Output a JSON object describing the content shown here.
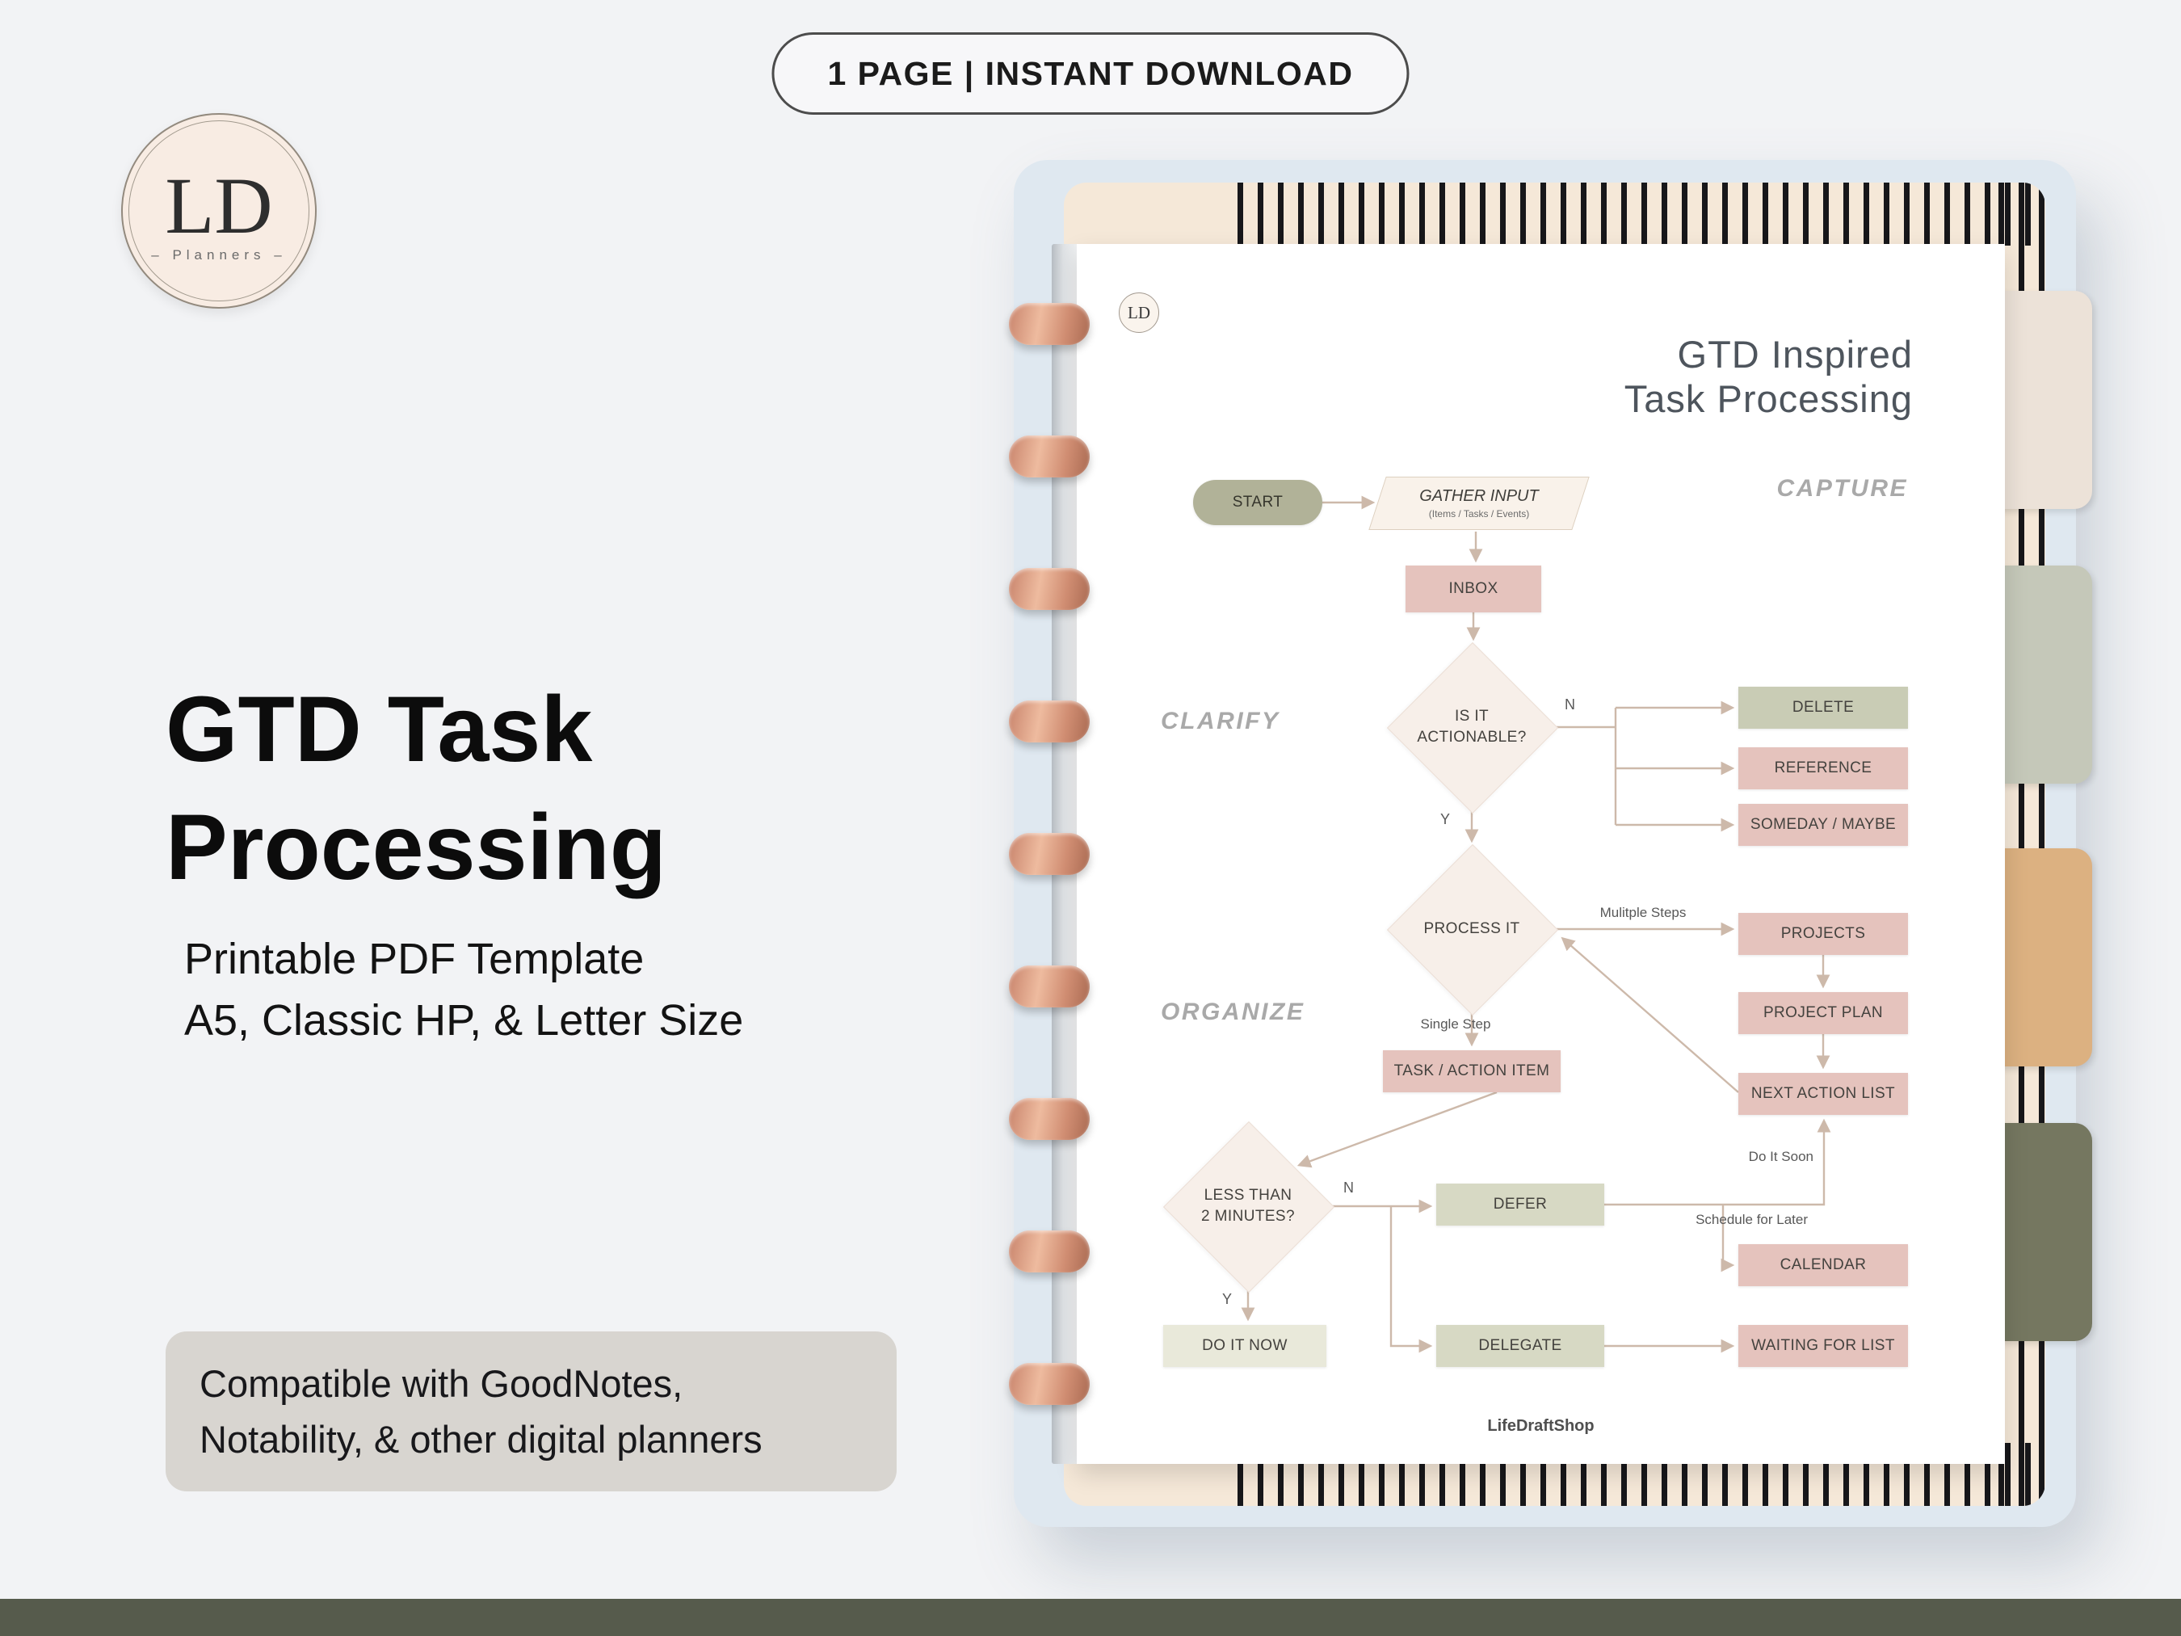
{
  "badge": {
    "label": "1 PAGE  | INSTANT DOWNLOAD"
  },
  "brand": {
    "monogram": "LD",
    "wordmark": "Planners"
  },
  "hero": {
    "title_line1": "GTD Task",
    "title_line2": "Processing",
    "subtitle_line1": "Printable PDF Template",
    "subtitle_line2": "A5, Classic HP, & Letter Size",
    "compat_line1": "Compatible with GoodNotes,",
    "compat_line2": "Notability, & other digital planners"
  },
  "page": {
    "logo_monogram": "LD",
    "title_line1": "GTD Inspired",
    "title_line2": "Task Processing",
    "footer": "LifeDraftShop",
    "phases": {
      "capture": "CAPTURE",
      "clarify": "CLARIFY",
      "organize": "ORGANIZE"
    }
  },
  "flowchart": {
    "nodes": {
      "start": "START",
      "gather_input": "GATHER INPUT",
      "gather_input_sub": "(Items / Tasks / Events)",
      "inbox": "INBOX",
      "actionable_line1": "IS IT",
      "actionable_line2": "ACTIONABLE?",
      "delete": "DELETE",
      "reference": "REFERENCE",
      "someday_maybe": "SOMEDAY / MAYBE",
      "process_it": "PROCESS IT",
      "projects": "PROJECTS",
      "project_plan": "PROJECT PLAN",
      "next_action_list": "NEXT ACTION LIST",
      "task_action_item": "TASK / ACTION ITEM",
      "two_minutes_line1": "LESS THAN",
      "two_minutes_line2": "2 MINUTES?",
      "defer": "DEFER",
      "do_it_now": "DO IT NOW",
      "delegate": "DELEGATE",
      "calendar": "CALENDAR",
      "waiting_for_list": "WAITING FOR LIST"
    },
    "edge_labels": {
      "not_actionable": "N",
      "actionable_yes": "Y",
      "multiple_steps": "Mulitple Steps",
      "single_step": "Single Step",
      "over_two_minutes": "N",
      "under_two_minutes": "Y",
      "do_it_soon": "Do It Soon",
      "schedule_for_later": "Schedule for Later"
    }
  },
  "colors": {
    "background": "#f2f3f5",
    "bottom_bar": "#565b4c",
    "backdrop": "#dfe8f0",
    "cover_cream": "#f5e8d8",
    "stripe_black": "#17171a",
    "disc_rosegold": "#d08d72",
    "node_pink": "#e5c3bd",
    "node_sage": "#c9ccb5",
    "node_sage_dark": "#b1b298",
    "node_sage_light": "#d7d9c4",
    "node_pale": "#e9e9da",
    "diamond_fill": "#f7efe9",
    "arrow": "#cdb9aa",
    "tab_cream": "#ece2d8",
    "tab_sage": "#c5c8b9",
    "tab_tan": "#dcb181",
    "tab_olive": "#757760",
    "compat_box": "#d8d5d0"
  }
}
